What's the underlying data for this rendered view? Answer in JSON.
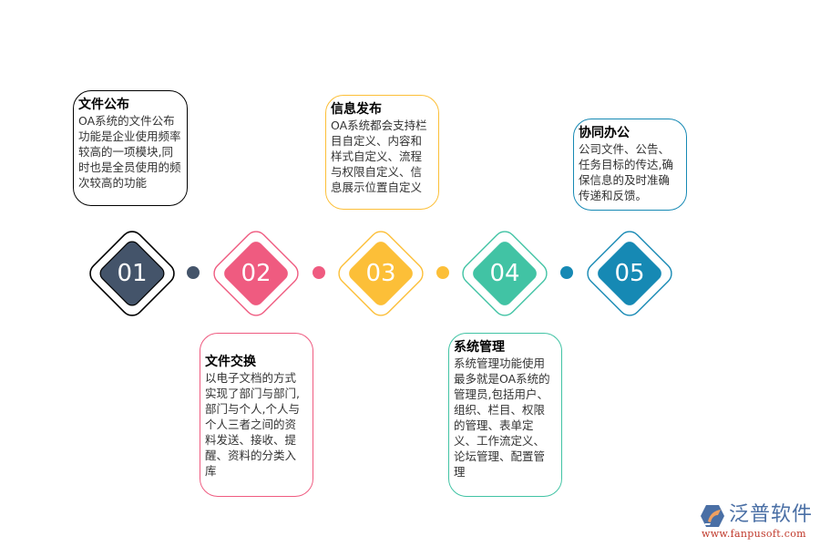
{
  "diagram": {
    "type": "process-timeline",
    "steps": [
      {
        "number": "01",
        "title": "文件公布",
        "body": "OA系统的文件公布功能是企业使用频率较高的一项模块,同时也是全员使用的频次较高的功能",
        "color": "#44546a",
        "card_position": "top"
      },
      {
        "number": "02",
        "title": "文件交换",
        "body": "以电子文档的方式实现了部门与部门,部门与个人,个人与个人三者之间的资料发送、接收、提醒、资料的分类入库",
        "color": "#ef5b80",
        "card_position": "bottom"
      },
      {
        "number": "03",
        "title": "信息发布",
        "body": "OA系统都会支持栏目自定义、内容和样式自定义、流程与权限自定义、信息展示位置自定义",
        "color": "#fcbf38",
        "card_position": "top"
      },
      {
        "number": "04",
        "title": "系统管理",
        "body": "系统管理功能使用最多就是OA系统的管理员,包括用户、组织、栏目、权限的管理、表单定义、工作流定义、论坛管理、配置管理",
        "color": "#41c3a4",
        "card_position": "bottom"
      },
      {
        "number": "05",
        "title": "协同办公",
        "body": "公司文件、公告、任务目标的传达,确保信息的及时准确传递和反馈。",
        "color": "#1689b4",
        "card_position": "top"
      }
    ]
  },
  "logo": {
    "name": "泛普软件",
    "url": "www.fanpusoft.com",
    "icon": "fanpu-logo-icon"
  }
}
